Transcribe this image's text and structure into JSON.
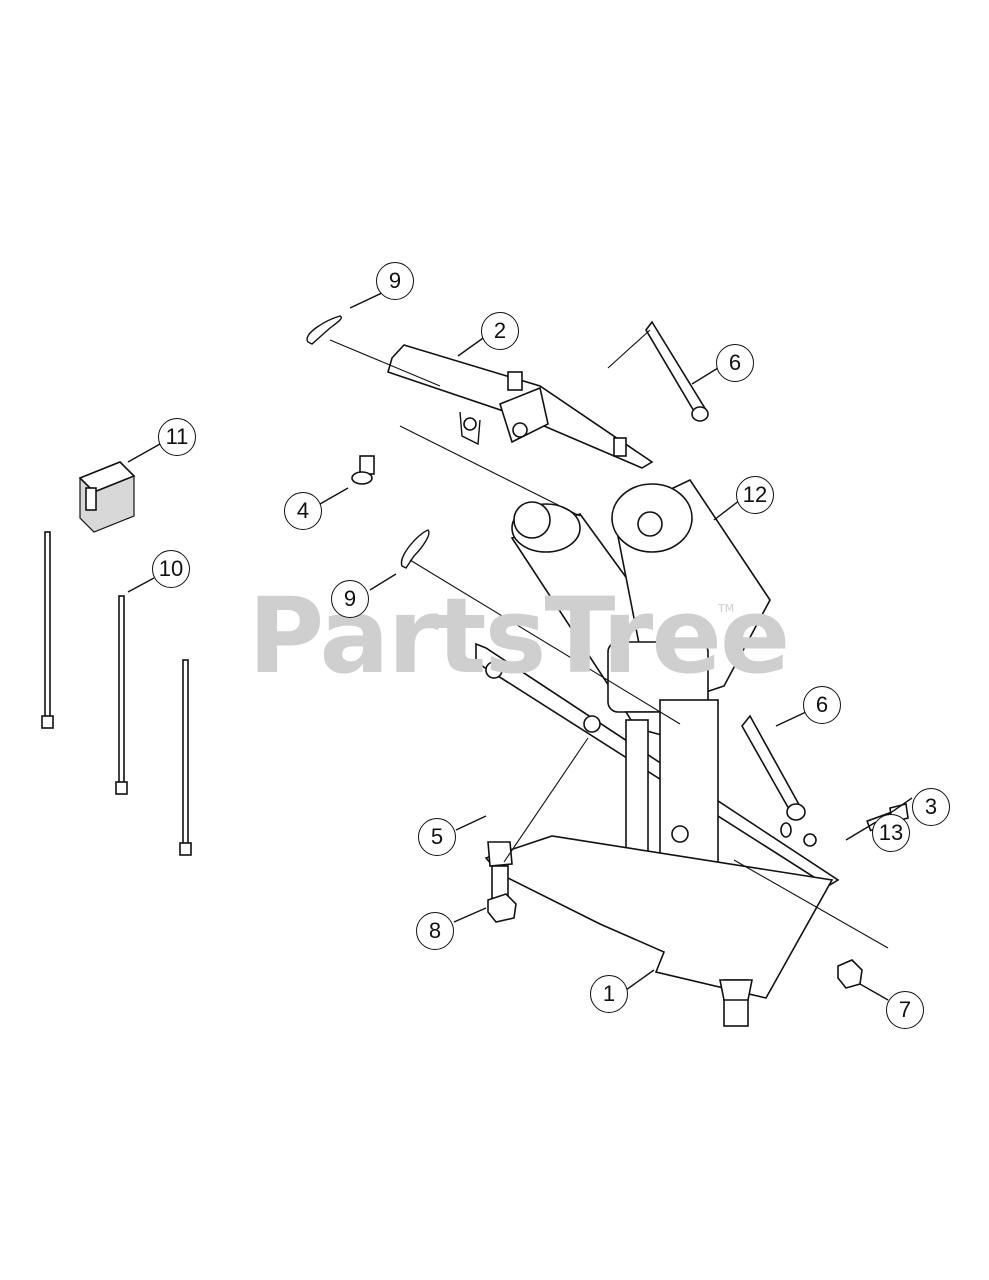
{
  "watermark": {
    "text": "PartsTree",
    "mark": "TM"
  },
  "callouts": [
    {
      "id": "c9a",
      "label": "9"
    },
    {
      "id": "c2",
      "label": "2"
    },
    {
      "id": "c6a",
      "label": "6"
    },
    {
      "id": "c11",
      "label": "11"
    },
    {
      "id": "c12",
      "label": "12"
    },
    {
      "id": "c4",
      "label": "4"
    },
    {
      "id": "c10",
      "label": "10"
    },
    {
      "id": "c9b",
      "label": "9"
    },
    {
      "id": "c6b",
      "label": "6"
    },
    {
      "id": "c3",
      "label": "3"
    },
    {
      "id": "c13",
      "label": "13"
    },
    {
      "id": "c5",
      "label": "5"
    },
    {
      "id": "c8",
      "label": "8"
    },
    {
      "id": "c1",
      "label": "1"
    },
    {
      "id": "c7",
      "label": "7"
    }
  ]
}
